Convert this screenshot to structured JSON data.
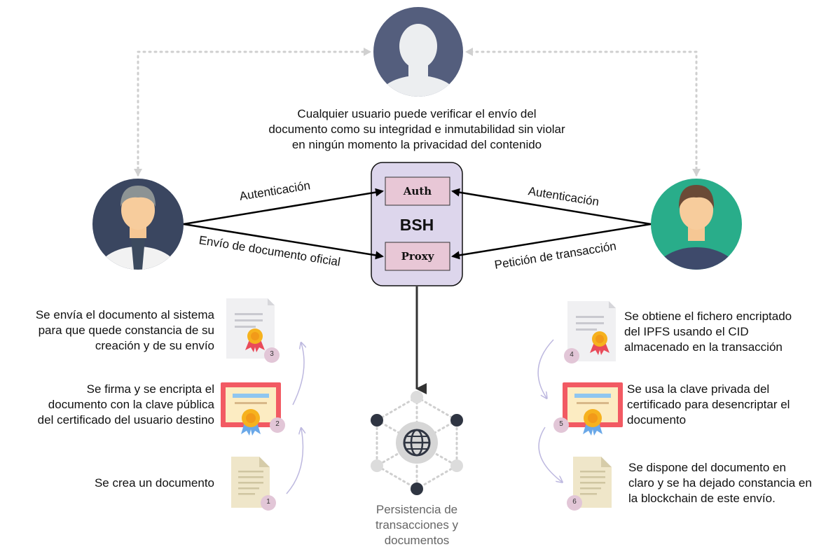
{
  "top_note": [
    "Cualquier usuario puede verificar el envío del",
    "documento como su integridad e inmutabilidad sin violar",
    "en ningún momento la privacidad del contenido"
  ],
  "bsh": {
    "label": "BSH",
    "auth": "Auth",
    "proxy": "Proxy"
  },
  "edges": {
    "left_auth": "Autenticación",
    "left_send": "Envío de documento oficial",
    "right_auth": "Autenticación",
    "right_tx": "Petición de transacción"
  },
  "persistence": [
    "Persistencia de",
    "transacciones y",
    "documentos"
  ],
  "left_steps": [
    {
      "num": "3",
      "lines": [
        "Se envía el documento al sistema",
        "para que quede constancia de su",
        "creación y de su envío"
      ]
    },
    {
      "num": "2",
      "lines": [
        "Se firma y se encripta el",
        "documento con la clave pública",
        "del certificado del usuario destino"
      ]
    },
    {
      "num": "1",
      "lines": [
        "Se crea un documento"
      ]
    }
  ],
  "right_steps": [
    {
      "num": "4",
      "lines": [
        "Se obtiene el fichero encriptado",
        "del IPFS usando el CID",
        "almacenado en la transacción"
      ]
    },
    {
      "num": "5",
      "lines": [
        "Se usa la clave privada del",
        "certificado para desencriptar el",
        "documento"
      ]
    },
    {
      "num": "6",
      "lines": [
        "Se dispone del documento en",
        "claro y se ha dejado constancia en",
        "la blockchain de este envío."
      ]
    }
  ],
  "colors": {
    "verifier_bg": "#545e7d",
    "sender_bg": "#3a4660",
    "receiver_bg": "#29ad8a",
    "bsh_fill": "#ddd6ec",
    "box_fill": "#e8c7d6",
    "badge": "#e2c6d7",
    "dotted": "#cfcfcf"
  },
  "icons": [
    "verifier-avatar-icon",
    "sender-avatar-icon",
    "receiver-avatar-icon",
    "certificate-icon",
    "diploma-icon",
    "document-icon",
    "blockchain-network-icon",
    "globe-icon"
  ]
}
